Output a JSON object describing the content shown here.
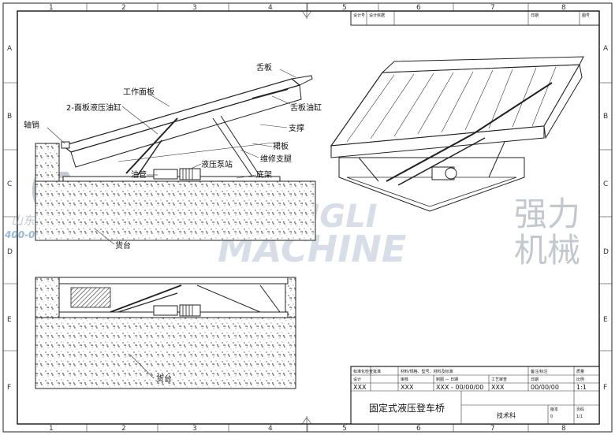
{
  "drawing": {
    "title": "固定式液压登车桥",
    "grid_columns": [
      "1",
      "2",
      "3",
      "4",
      "5",
      "6",
      "7",
      "8"
    ],
    "grid_rows": [
      "A",
      "B",
      "C",
      "D",
      "E",
      "F"
    ]
  },
  "side_view_labels": {
    "lip": "舌板",
    "work_panel": "工作面板",
    "panel_cylinders": "2-面板液压油缸",
    "lip_cylinder": "舌板油缸",
    "hinge_pin": "轴销",
    "support": "支撑",
    "skirt": "裙板",
    "maintenance_leg": "维修支腿",
    "pump_station": "液压泵站",
    "oil_pipe": "油管",
    "base_frame": "底架",
    "platform_top": "货台",
    "platform_bottom": "货台"
  },
  "watermark": {
    "brand_latin_1": "QIANGLI",
    "brand_latin_2": "MACHINE",
    "brand_cn_1": "强力",
    "brand_cn_2": "机械",
    "seal_text": "山东强力",
    "phone": "400-0531-267"
  },
  "title_block_top": {
    "c1": "设计号",
    "c2": "设计依据",
    "c3": "日期",
    "c4": "图号"
  },
  "title_block": {
    "h1": "标准化检查",
    "h2": "批准",
    "h3": "材料/规格、型号、材料及标准",
    "h4": "备注/标注",
    "h5": "质量",
    "r1": "设计",
    "r2": "审核",
    "r3": "制图 — 日期",
    "r4": "工艺审查",
    "r5": "日期",
    "r6": "比例",
    "v1": "XXX",
    "v2": "XXX",
    "v3": "XXX - 00/00/00",
    "v4": "XXX",
    "v5": "00/00/00",
    "v6": "1:1",
    "company": "技术科",
    "sheet_label": "版本",
    "sheet_value": "0",
    "page_label": "页码",
    "page_value": "1/1"
  }
}
